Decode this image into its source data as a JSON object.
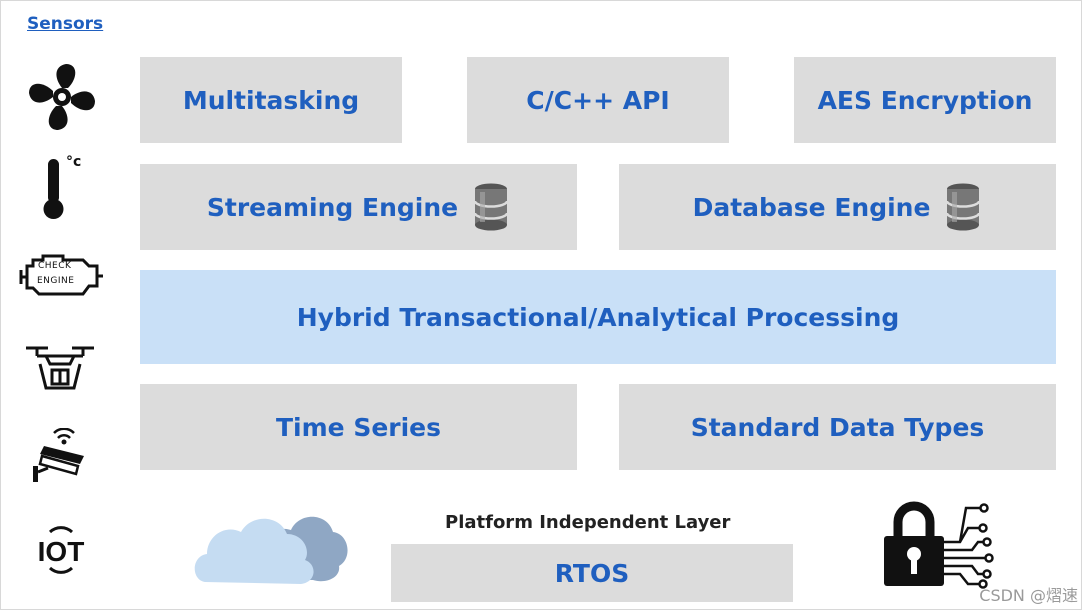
{
  "sensors": {
    "title": "Sensors",
    "check_engine_line1": "CHECK",
    "check_engine_line2": "ENGINE",
    "iot_label": "IOT",
    "thermo_unit": "°c"
  },
  "layers": {
    "multitasking": "Multitasking",
    "c_api": "C/C++ API",
    "aes": "AES Encryption",
    "streaming": "Streaming Engine",
    "database": "Database Engine",
    "htap": "Hybrid Transactional/Analytical Processing",
    "time_series": "Time Series",
    "standard_types": "Standard Data Types",
    "platform_label": "Platform Independent Layer",
    "rtos": "RTOS"
  },
  "watermark": "CSDN @熠速",
  "colors": {
    "box_gray": "#dcdcdc",
    "box_light_blue": "#c9e0f7",
    "text_blue": "#1f5fbf",
    "cloud_light": "#c5dcf2",
    "cloud_dark": "#8fa7c4"
  }
}
